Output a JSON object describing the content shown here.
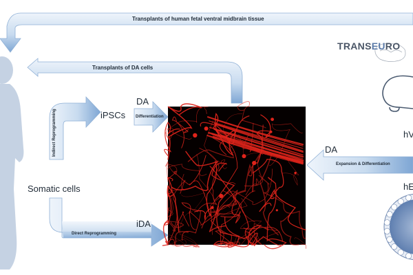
{
  "arrows": {
    "top_label": "Transplants of human fetal ventral midbrain tissue",
    "second_label": "Transplants of DA cells",
    "indirect_label": "Indirect Reprogramming",
    "direct_label": "Direct Reprogramming",
    "differentiation_label": "Differentiation",
    "expansion_label": "Expansion & Differentiation"
  },
  "nodes": {
    "ipscs": "iPSCs",
    "da_top": "DA",
    "somatic": "Somatic cells",
    "ida": "iDA",
    "da_right": "DA",
    "hv_partial": "hV",
    "he_partial": "hE"
  },
  "logo": {
    "part1": "TRANS",
    "part2": "EU",
    "part3": "RO"
  },
  "colors": {
    "arrow_light": "#e6eff9",
    "arrow_dark": "#7ea6d4",
    "silhouette": "#c5d2e3",
    "micrograph_bg": "#050000",
    "neuron": "#e0241b"
  },
  "icons": [
    "human-silhouette-icon",
    "neuron-micrograph-image",
    "brain-outline-icon",
    "embryo-cell-icon"
  ]
}
